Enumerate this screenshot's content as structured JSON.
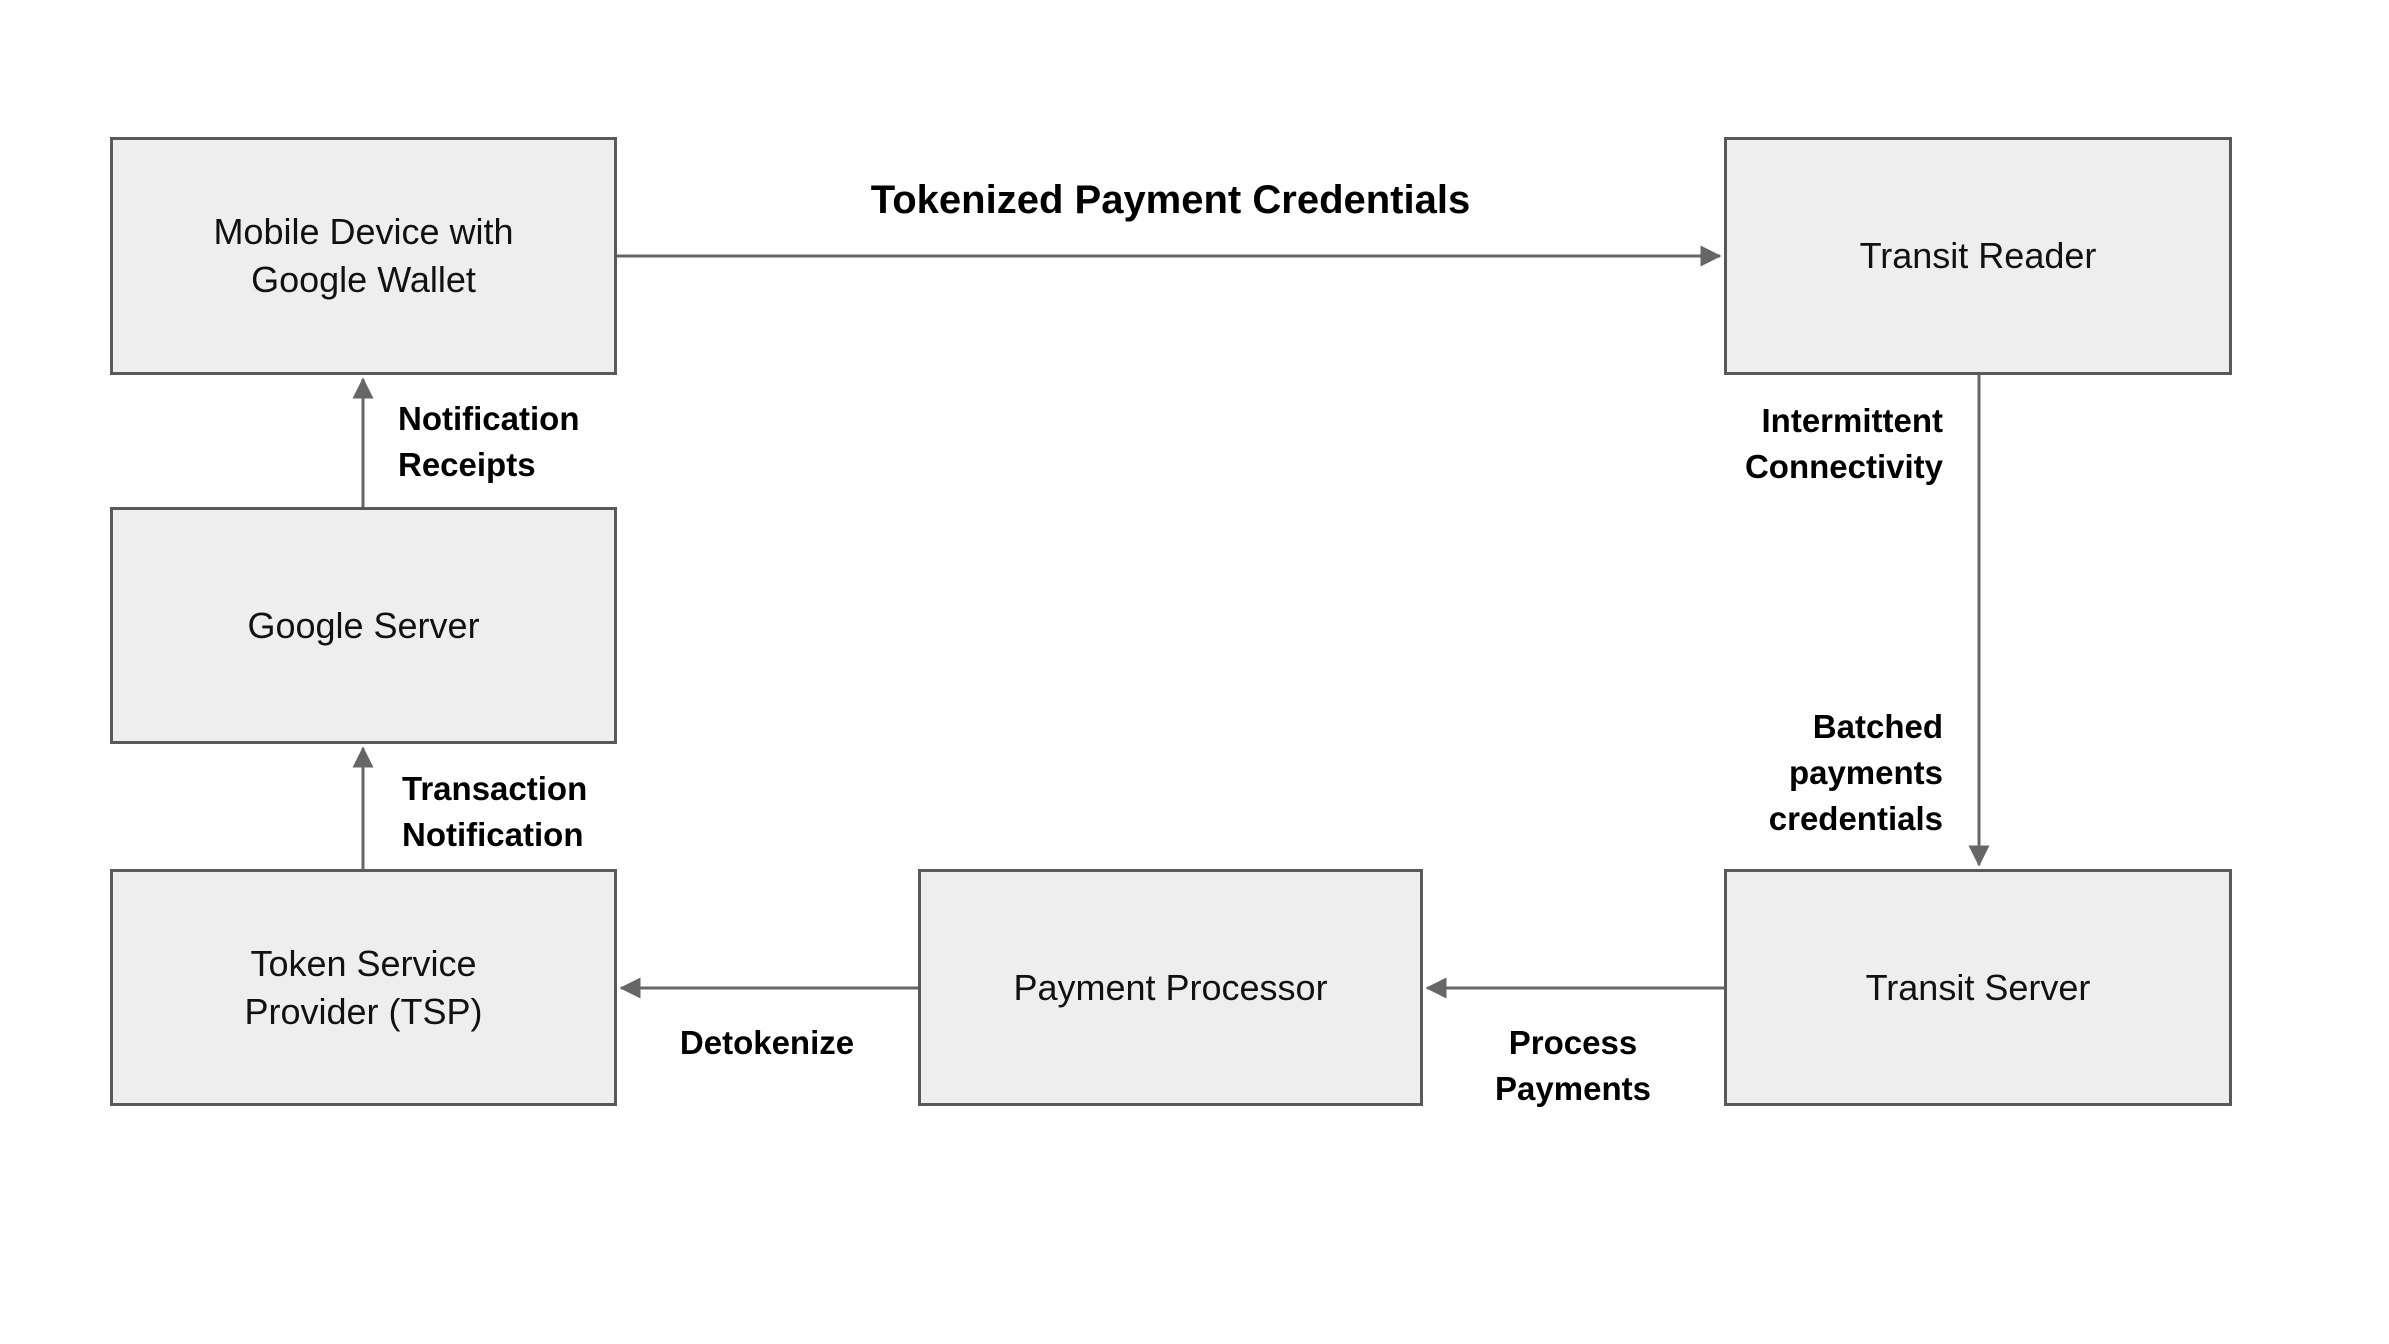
{
  "colors": {
    "page_bg": "#ffffff",
    "box_fill": "#eeeeee",
    "box_border": "#58595b",
    "arrow_color": "#666666",
    "node_text": "#111111",
    "label_text": "#000000"
  },
  "nodes": {
    "mobile_device": {
      "label": "Mobile Device with\nGoogle Wallet"
    },
    "transit_reader": {
      "label": "Transit Reader"
    },
    "google_server": {
      "label": "Google Server"
    },
    "token_service_provider": {
      "label": "Token Service\nProvider (TSP)"
    },
    "payment_processor": {
      "label": "Payment Processor"
    },
    "transit_server": {
      "label": "Transit Server"
    }
  },
  "edges": {
    "tokenized_payment_credentials": {
      "from": "mobile_device",
      "to": "transit_reader",
      "label": "Tokenized Payment Credentials"
    },
    "intermittent_connectivity_batched": {
      "from": "transit_reader",
      "to": "transit_server",
      "label_upper": "Intermittent\nConnectivity",
      "label_lower": "Batched\npayments\ncredentials"
    },
    "process_payments": {
      "from": "transit_server",
      "to": "payment_processor",
      "label": "Process\nPayments"
    },
    "detokenize": {
      "from": "payment_processor",
      "to": "token_service_provider",
      "label": "Detokenize"
    },
    "transaction_notification": {
      "from": "token_service_provider",
      "to": "google_server",
      "label": "Transaction\nNotification"
    },
    "notification_receipts": {
      "from": "google_server",
      "to": "mobile_device",
      "label": "Notification\nReceipts"
    }
  }
}
